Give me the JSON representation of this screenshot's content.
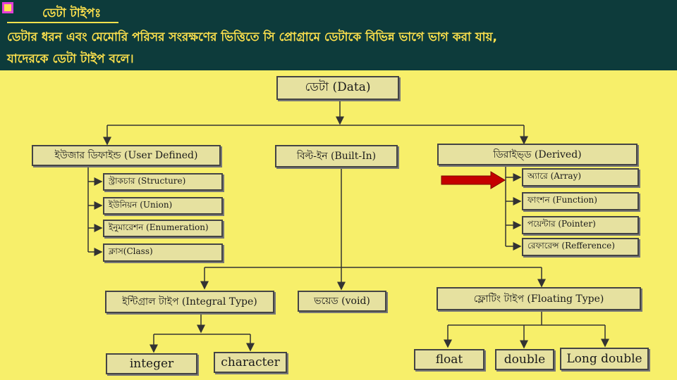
{
  "header": {
    "title": "ডেটা টাইপঃ",
    "line1": "ডেটার ধরন এবং মেমোরি পরিসর সংরক্ষণের ভিত্তিতে সি প্রোগ্রামে ডেটাকে বিভিন্ন ভাগে ভাগ করা যায়,",
    "line2": "যাদেরকে ডেটা টাইপ বলে।",
    "text_color": "#ffe24d",
    "background": "#0d3b3b"
  },
  "diagram": {
    "background": "#f7ef6a",
    "pointer_color": "#c40000",
    "root": "ডেটা (Data)",
    "user_defined": {
      "label": "ইউজার ডিফাইন্ড (User Defined)",
      "children": [
        "স্ট্রাকচার (Structure)",
        "ইউনিয়ন (Union)",
        "ইনুমারেশন (Enumeration)",
        "ক্লাস(Class)"
      ]
    },
    "built_in": {
      "label": "বিল্ট-ইন (Built-In)"
    },
    "derived": {
      "label": "ডিরাইভ্ড (Derived)",
      "children": [
        "অ্যারে (Array)",
        "ফাংশন (Function)",
        "পয়েন্টার (Pointer)",
        "রেফারেন্স (Refference)"
      ]
    },
    "integral": {
      "label": "ইন্টিগ্রাল টাইপ (Integral Type)",
      "children": [
        "integer",
        "character"
      ]
    },
    "void": "ভয়েড (void)",
    "floating": {
      "label": "ফ্লোটিং টাইপ (Floating Type)",
      "children": [
        "float",
        "double",
        "Long double"
      ]
    }
  }
}
